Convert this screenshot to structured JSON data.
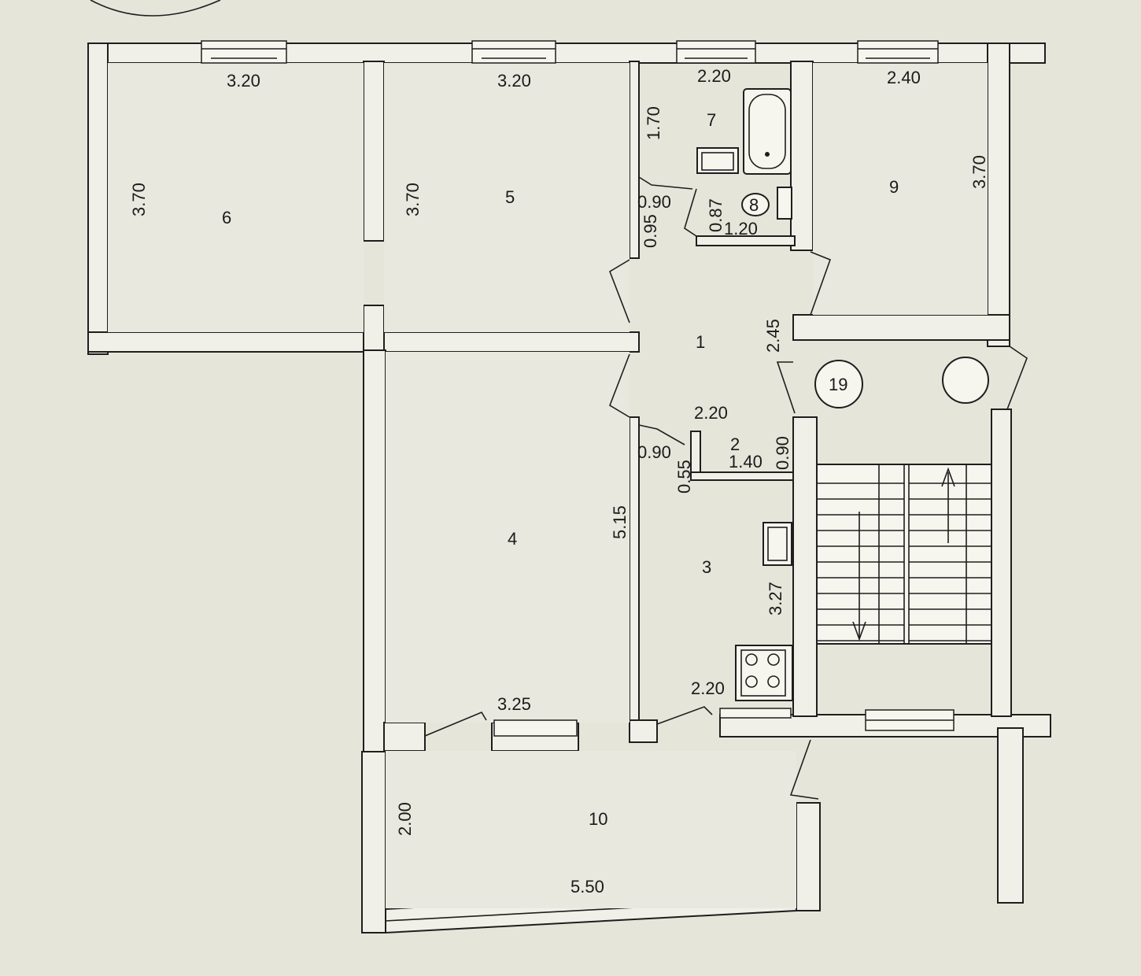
{
  "rooms": {
    "r1": "1",
    "r2": "2",
    "r3": "3",
    "r4": "4",
    "r5": "5",
    "r6": "6",
    "r7": "7",
    "r8": "8",
    "r9": "9",
    "r10": "10",
    "r19": "19"
  },
  "dimensions": {
    "room6_width": "3.20",
    "room6_depth": "3.70",
    "room5_width": "3.20",
    "room5_depth": "3.70",
    "room7_width": "2.20",
    "room7_depth": "1.70",
    "room9_width": "2.40",
    "room9_depth": "3.70",
    "door_090_top": "0.90",
    "wall_095": "0.95",
    "room8_depth": "0.87",
    "room8_width": "1.20",
    "hall_245": "2.45",
    "room2_top": "2.20",
    "door_090_left": "0.90",
    "room2_055": "0.55",
    "room2_width": "1.40",
    "room2_depth": "0.90",
    "room4_depth": "5.15",
    "room4_width": "3.25",
    "room3_depth": "3.27",
    "room3_width": "2.20",
    "room10_depth": "2.00",
    "room10_width": "5.50"
  }
}
